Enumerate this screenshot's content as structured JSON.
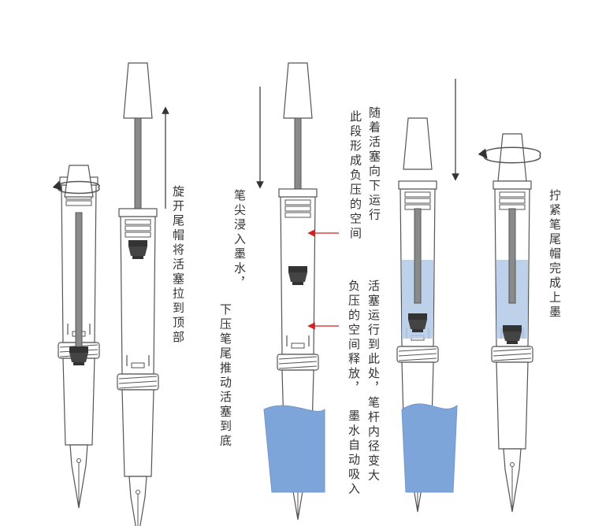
{
  "steps": [
    {
      "id": "rotate-cap",
      "caption": "旋开尾帽将活塞拉到顶部"
    },
    {
      "id": "dip-press",
      "caption_lines": [
        "笔尖浸入墨水，",
        "下压笔尾推动活塞到底"
      ]
    },
    {
      "id": "vacuum",
      "annotations": [
        "此段形成负压的空间",
        "随着活塞向下运行",
        "负压的空间释放，",
        "活塞运行到此处，笔杆内径变大",
        "墨水自动吸入"
      ]
    },
    {
      "id": "finish",
      "caption": "拧紧笔尾帽完成上墨"
    }
  ],
  "colors": {
    "outline": "#555555",
    "rod": "#8a8a8a",
    "piston": "#333333",
    "ink_light": "#b3c9e8",
    "ink_dip": "#7ea5da",
    "arrow_red": "#d42020",
    "text": "#333333"
  },
  "icons": [
    "rotate-arrow-icon",
    "rotate-arrow-icon",
    "up-arrow-icon",
    "down-arrow-icon",
    "down-arrow-icon",
    "red-arrow-icon",
    "red-arrow-icon"
  ]
}
